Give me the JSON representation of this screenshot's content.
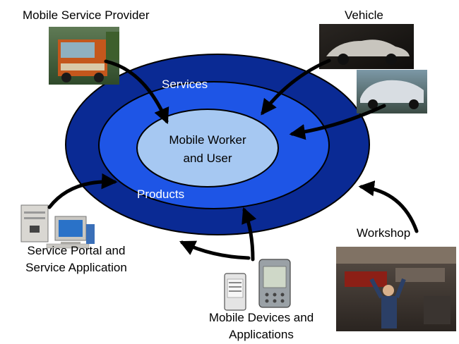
{
  "labels": {
    "provider": "Mobile Service Provider",
    "vehicle": "Vehicle",
    "workshop": "Workshop",
    "portal_line1": "Service Portal and",
    "portal_line2": "Service Application",
    "devices_line1": "Mobile Devices and",
    "devices_line2": "Applications"
  },
  "rings": {
    "outer": "Services",
    "middle": "Products",
    "inner_line1": "Mobile Worker",
    "inner_line2": "and User"
  },
  "colors": {
    "outer_ring": "#0a2a94",
    "middle_ring": "#1e55e6",
    "inner_core": "#a6c8f2",
    "arrow": "#000000"
  },
  "images": {
    "provider": "service-truck-photo",
    "vehicle_top": "silver-roadster-photo",
    "vehicle_bottom": "silver-sedan-photo",
    "workshop": "mechanic-garage-photo",
    "portal": "desktop-computer-illustration",
    "devices": "pda-devices-illustration"
  }
}
